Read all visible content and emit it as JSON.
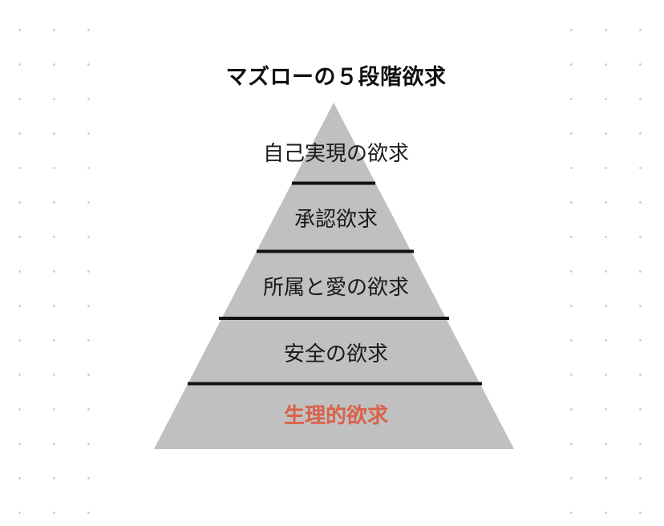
{
  "title": "マズローの５段階欲求",
  "levels": [
    {
      "label": "自己実現の欲求"
    },
    {
      "label": "承認欲求"
    },
    {
      "label": "所属と愛の欲求"
    },
    {
      "label": "安全の欲求"
    },
    {
      "label": "生理的欲求",
      "highlighted": true
    }
  ],
  "colors": {
    "pyramid_fill": "#c0c0c0",
    "divider": "#111111",
    "highlight_text": "#d9614a",
    "dot": "#cfcfcf"
  }
}
